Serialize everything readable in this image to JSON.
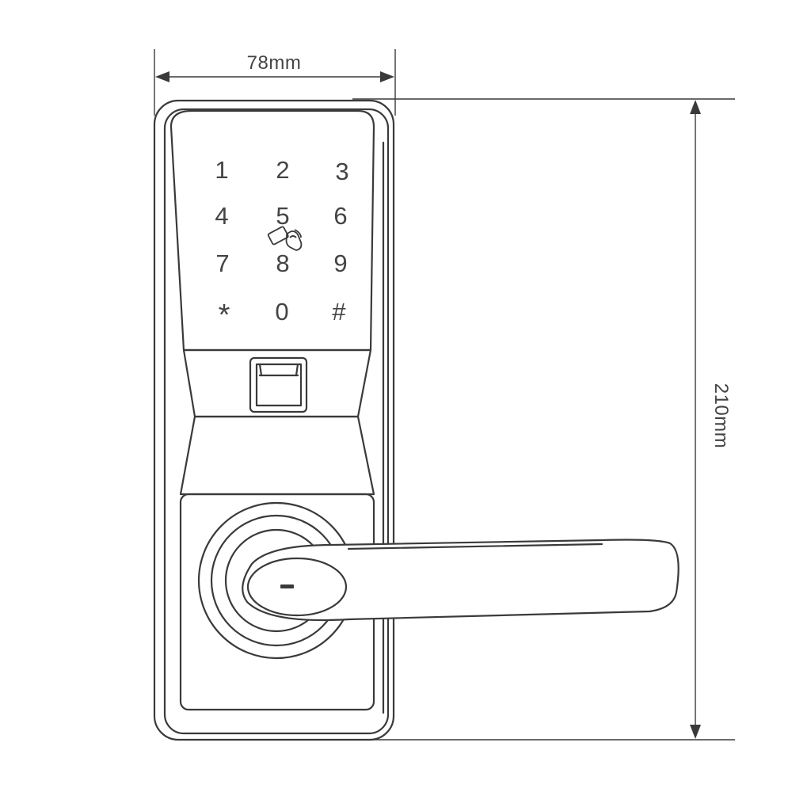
{
  "dimensions": {
    "width_label": "78mm",
    "height_label": "210mm"
  },
  "keypad": {
    "keys": [
      "1",
      "2",
      "3",
      "4",
      "5",
      "6",
      "7",
      "8",
      "9",
      "*",
      "0",
      "#"
    ]
  },
  "icons": {
    "card_reader": "rfid-card-icon",
    "fingerprint": "fingerprint-sensor-icon",
    "keyhole": "keyhole-icon"
  },
  "colors": {
    "line": "#3a3a3a",
    "text": "#444444",
    "background": "#ffffff"
  }
}
